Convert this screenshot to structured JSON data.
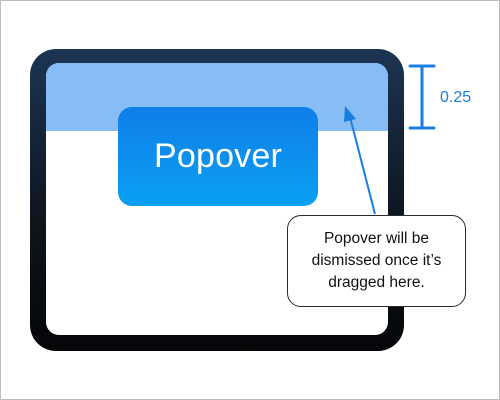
{
  "popover": {
    "label": "Popover"
  },
  "callout": {
    "text": "Popover will be dismissed once it’s dragged here."
  },
  "measurement": {
    "value": "0.25"
  },
  "colors": {
    "accent": "#1a7ee0",
    "drag_zone": "#86bdf6",
    "popover_top": "#0f7ee9",
    "popover_bottom": "#0aa0f3",
    "device_frame": "#0e1620"
  }
}
